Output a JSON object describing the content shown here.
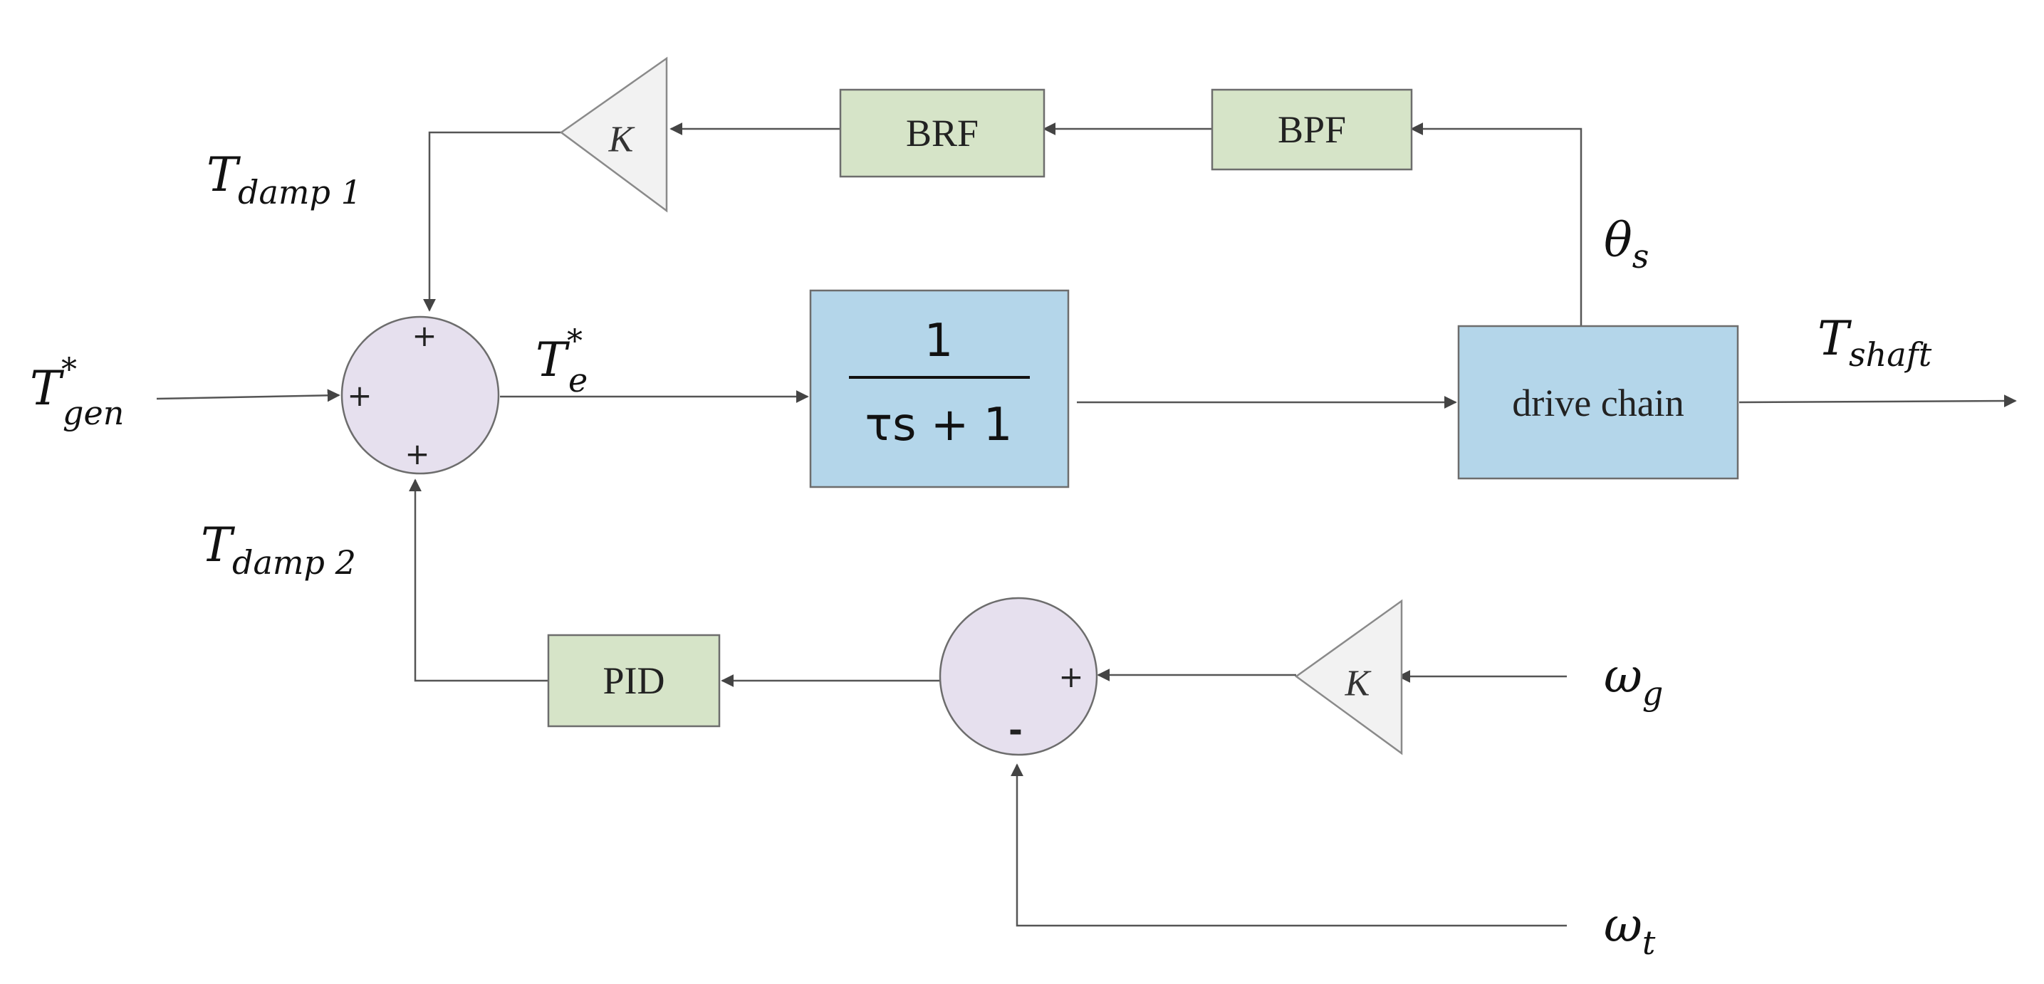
{
  "blocks": {
    "brf": "BRF",
    "bpf": "BPF",
    "pid": "PID",
    "drive_chain": "drive chain",
    "gain_top": "K",
    "gain_bottom": "K",
    "tf_numerator": "1",
    "tf_denominator": "τs + 1"
  },
  "signals": {
    "t_gen": {
      "symbol": "T",
      "sub": "gen",
      "sup": "*"
    },
    "t_e": {
      "symbol": "T",
      "sub": "e",
      "sup": "*"
    },
    "t_damp1": {
      "symbol": "T",
      "sub": "damp 1"
    },
    "t_damp2": {
      "symbol": "T",
      "sub": "damp 2"
    },
    "theta_s": {
      "symbol": "θ",
      "sub": "s"
    },
    "t_shaft": {
      "symbol": "T",
      "sub": "shaft"
    },
    "omega_g": {
      "symbol": "ω",
      "sub": "g"
    },
    "omega_t": {
      "symbol": "ω",
      "sub": "t"
    }
  },
  "summing_signs": {
    "top_sum": {
      "top": "+",
      "left": "+",
      "bottom": "+"
    },
    "bottom_sum": {
      "right": "+",
      "bottom": "-"
    }
  }
}
